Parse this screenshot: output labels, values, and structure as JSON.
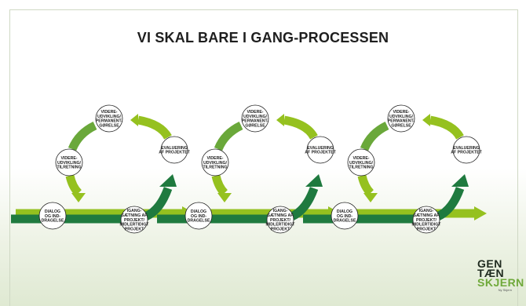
{
  "slide": {
    "title": "VI SKAL BARE I GANG-PROCESSEN"
  },
  "colors": {
    "dark_green": "#1f7a3f",
    "light_green": "#95c11f",
    "mid_green": "#6aa83a",
    "node_fill": "#ffffff",
    "node_stroke": "#1e1e1e"
  },
  "cycle": {
    "nodes": [
      {
        "id": "videreudvikling",
        "lines": [
          "VIDERE-",
          "UDVIKLING/",
          "PERMANENT-",
          "GØRELSE"
        ]
      },
      {
        "id": "evaluering",
        "lines": [
          "EVALUERING",
          "AF PROJEKTET"
        ]
      },
      {
        "id": "igangsaetning",
        "lines": [
          "IGANG-",
          "SÆTNING AF",
          "PROJEKT/",
          "MIDLERTIDIGT",
          "PROJEKT"
        ]
      },
      {
        "id": "dialog",
        "lines": [
          "DIALOG",
          "OG IND-",
          "DRAGELSE"
        ]
      },
      {
        "id": "tilretning",
        "lines": [
          "VIDERE-",
          "UDVIKLING/",
          "TILRETNING"
        ]
      }
    ],
    "repeat_count": 3
  },
  "logo": {
    "line1": "GEN",
    "line2": "TÆN",
    "line3": "SKJERN",
    "sub": "Ny Skjern"
  }
}
